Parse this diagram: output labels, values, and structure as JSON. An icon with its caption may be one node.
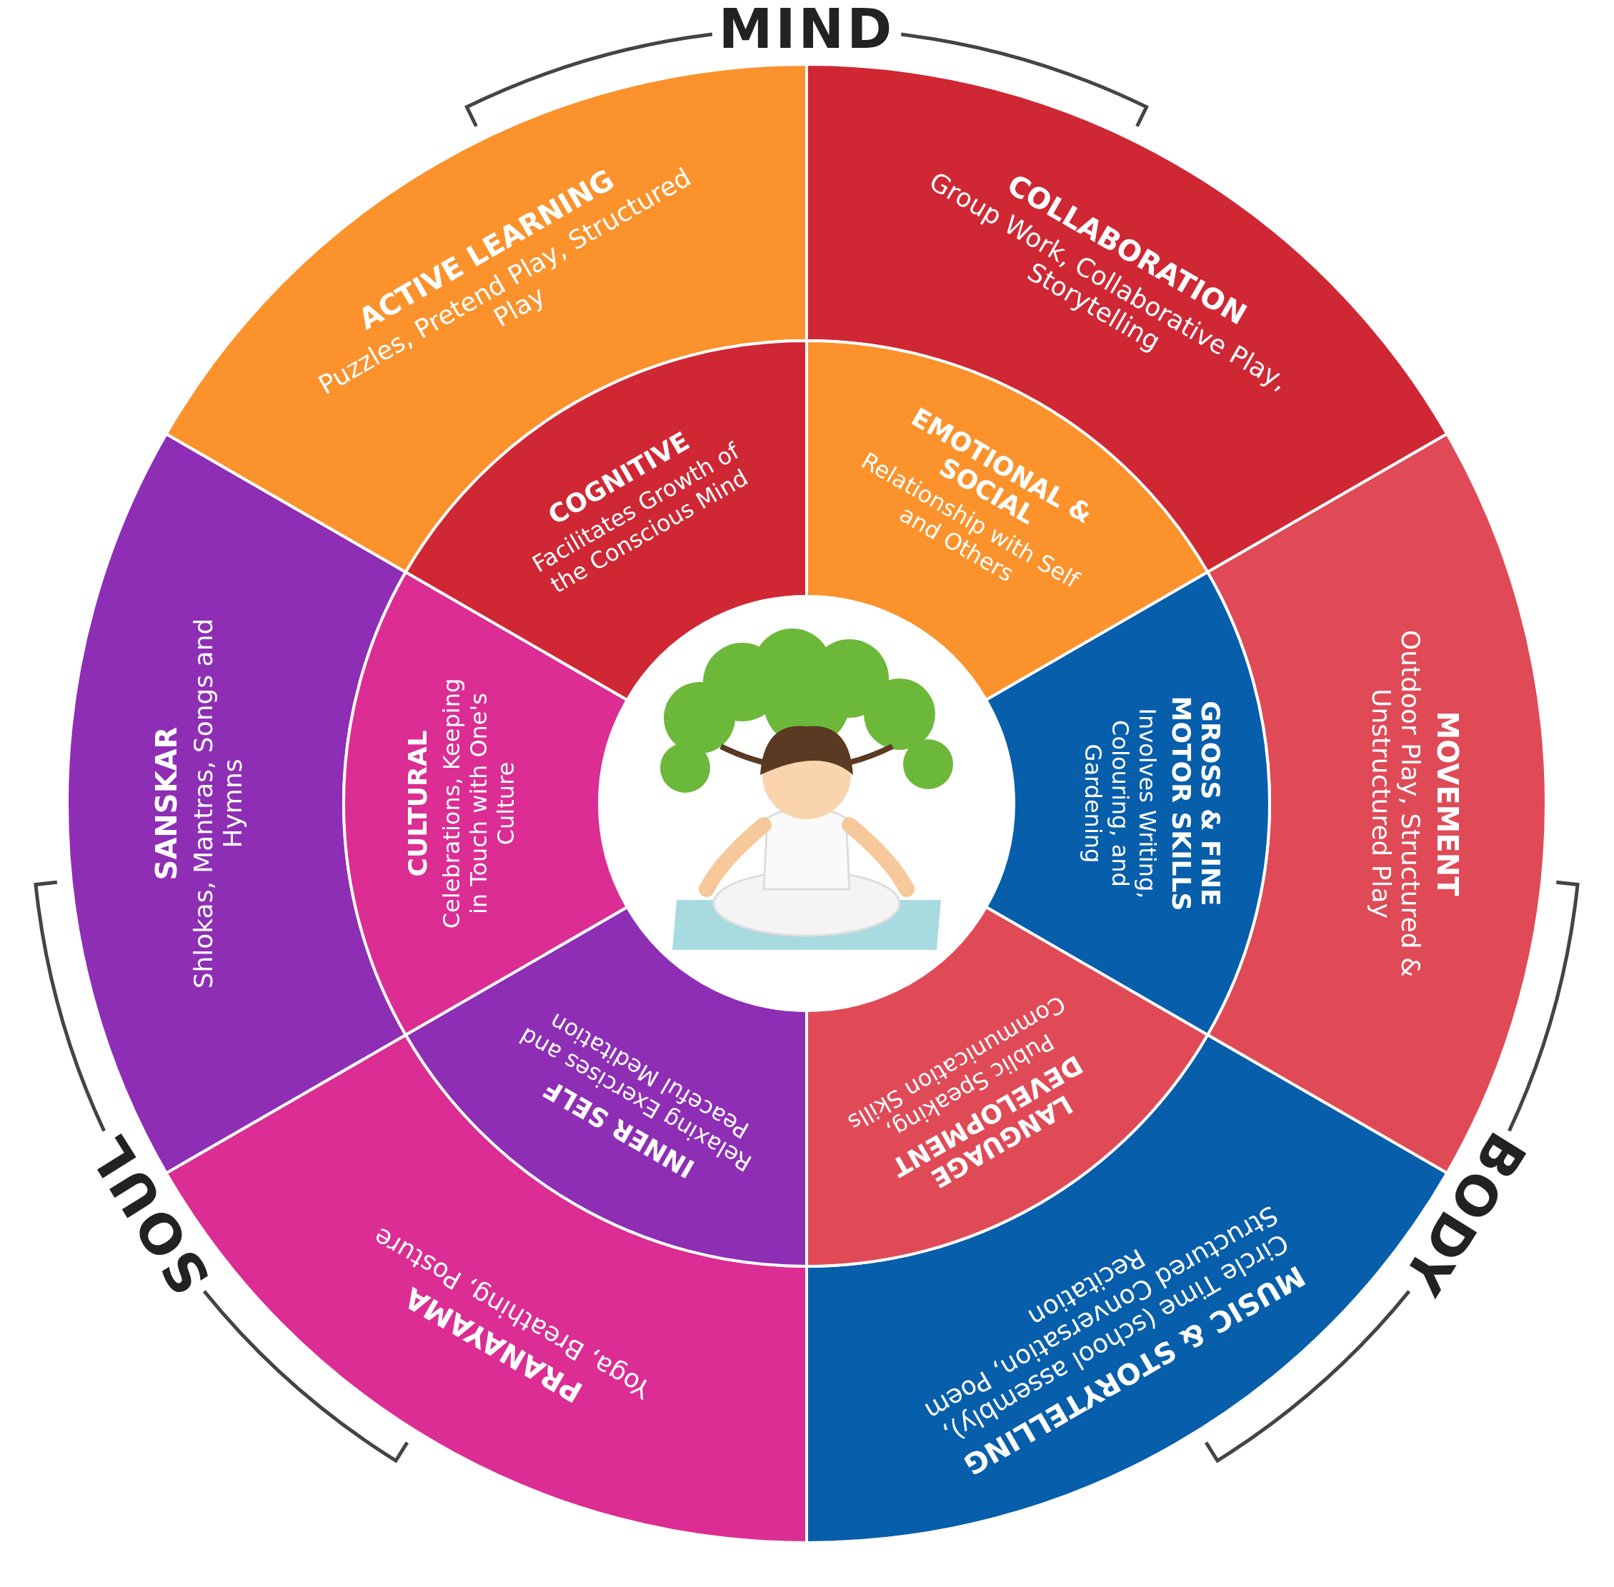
{
  "diagram": {
    "nodes": [
      {
        "text": [
          "COLLABORATION",
          "Group Work, Collaborative Play, Storytelling"
        ]
      },
      {
        "text": [
          "MOVEMENT",
          "Outdoor Play, Structured & Unstructured Play"
        ]
      },
      {
        "text": [
          "MUSIC & STORYTELLING",
          "Circle Time (school assembly), Structured Conversation, Poem Recitation"
        ]
      },
      {
        "text": [
          "PRANAYAMA",
          "Yoga, Breathing, Posture"
        ]
      },
      {
        "text": [
          "SANSKAR",
          "Shlokas, Mantras, Songs and Hymns"
        ]
      },
      {
        "text": [
          "ACTIVE LEARNING",
          "Puzzles, Pretend Play, Structured Play"
        ]
      },
      {
        "text": [
          "EMOTIONAL & SOCIAL",
          "Relationship with Self and Others"
        ]
      },
      {
        "text": [
          "GROSS & FINE MOTOR SKILLS",
          "Involves Writing, Colouring, and Gardening"
        ]
      },
      {
        "text": [
          "LANGUAGE DEVELOPMENT",
          "Public Speaking, Communication Skills"
        ]
      },
      {
        "text": [
          "INNER SELF",
          "Relaxing Exercises and Peaceful Meditation"
        ]
      },
      {
        "text": [
          "CULTURAL",
          "Celebrations, Keeping in Touch with One's Culture"
        ]
      },
      {
        "text": [
          "COGNITIVE",
          "Facilitates Growth of the Conscious Mind"
        ]
      }
    ],
    "labels": [
      "MIND",
      "BODY",
      "SOUL"
    ]
  }
}
